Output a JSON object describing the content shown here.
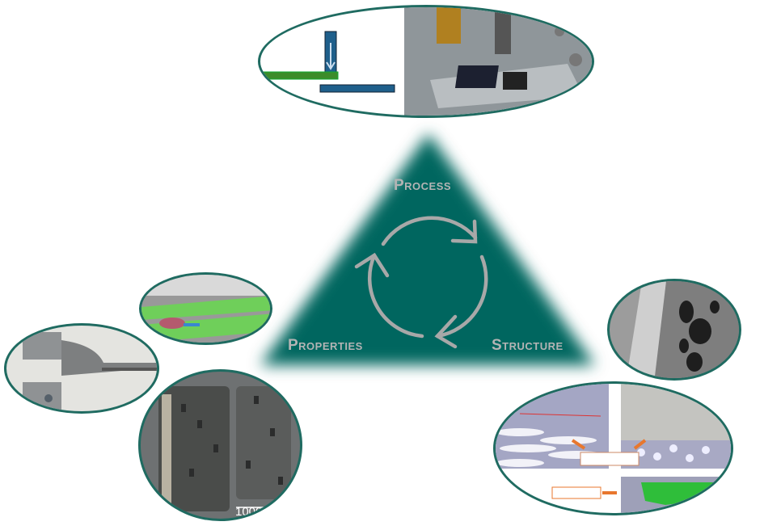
{
  "triangle": {
    "color": "#00665e",
    "labels": {
      "process": "Process",
      "structure": "Structure",
      "properties": "Properties"
    },
    "cycle_arrows_color": "#a8a8a8"
  },
  "images": {
    "process_photo": {
      "icon": "press-fixture-photo"
    },
    "process_schematic": {
      "icon": "overlap-joint-schematic"
    },
    "properties_dic": {
      "icon": "strain-field-image"
    },
    "properties_test": {
      "icon": "tensile-grip-photo"
    },
    "properties_fracture": {
      "icon": "fracture-surface-photo",
      "scale_text": "1000"
    },
    "structure_sem": {
      "icon": "sem-cross-section"
    },
    "structure_micrographs": {
      "icon": "micrograph-collage"
    }
  },
  "colors": {
    "border": "#1f6b61"
  }
}
